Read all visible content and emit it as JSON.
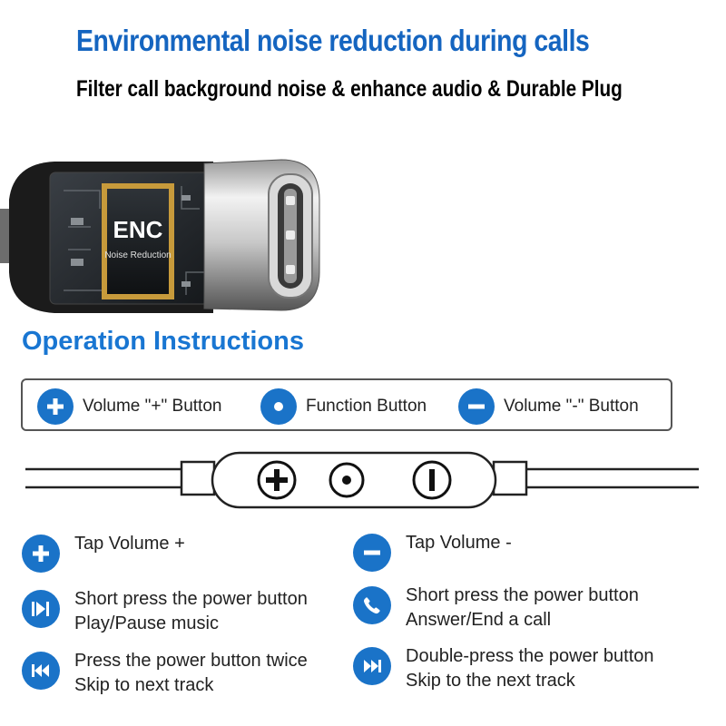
{
  "header": {
    "title": "Environmental noise reduction during calls",
    "subtitle": "Filter call background noise & enhance audio & Durable Plug"
  },
  "plug": {
    "chip_main": "ENC",
    "chip_sub": "Noise Reduction"
  },
  "section_title": "Operation Instructions",
  "legend": [
    {
      "icon": "plus-icon",
      "label": "Volume \"+\" Button"
    },
    {
      "icon": "dot-icon",
      "label": "Function Button"
    },
    {
      "icon": "minus-icon",
      "label": "Volume \"-\" Button"
    }
  ],
  "instructions": [
    {
      "icon": "plus-icon",
      "line1": "Tap Volume +",
      "line2": ""
    },
    {
      "icon": "minus-icon",
      "line1": "Tap Volume -",
      "line2": ""
    },
    {
      "icon": "play-pause-icon",
      "line1": "Short press the power button",
      "line2": "Play/Pause music"
    },
    {
      "icon": "phone-icon",
      "line1": "Short press the power button",
      "line2": "Answer/End a call"
    },
    {
      "icon": "skip-back-icon",
      "line1": "Press the power button twice",
      "line2": "Skip to next track"
    },
    {
      "icon": "skip-forward-icon",
      "line1": "Double-press the power button",
      "line2": "Skip to the next track"
    }
  ],
  "colors": {
    "accent": "#1a73c8",
    "title": "#1565c0",
    "section": "#1976d2"
  }
}
